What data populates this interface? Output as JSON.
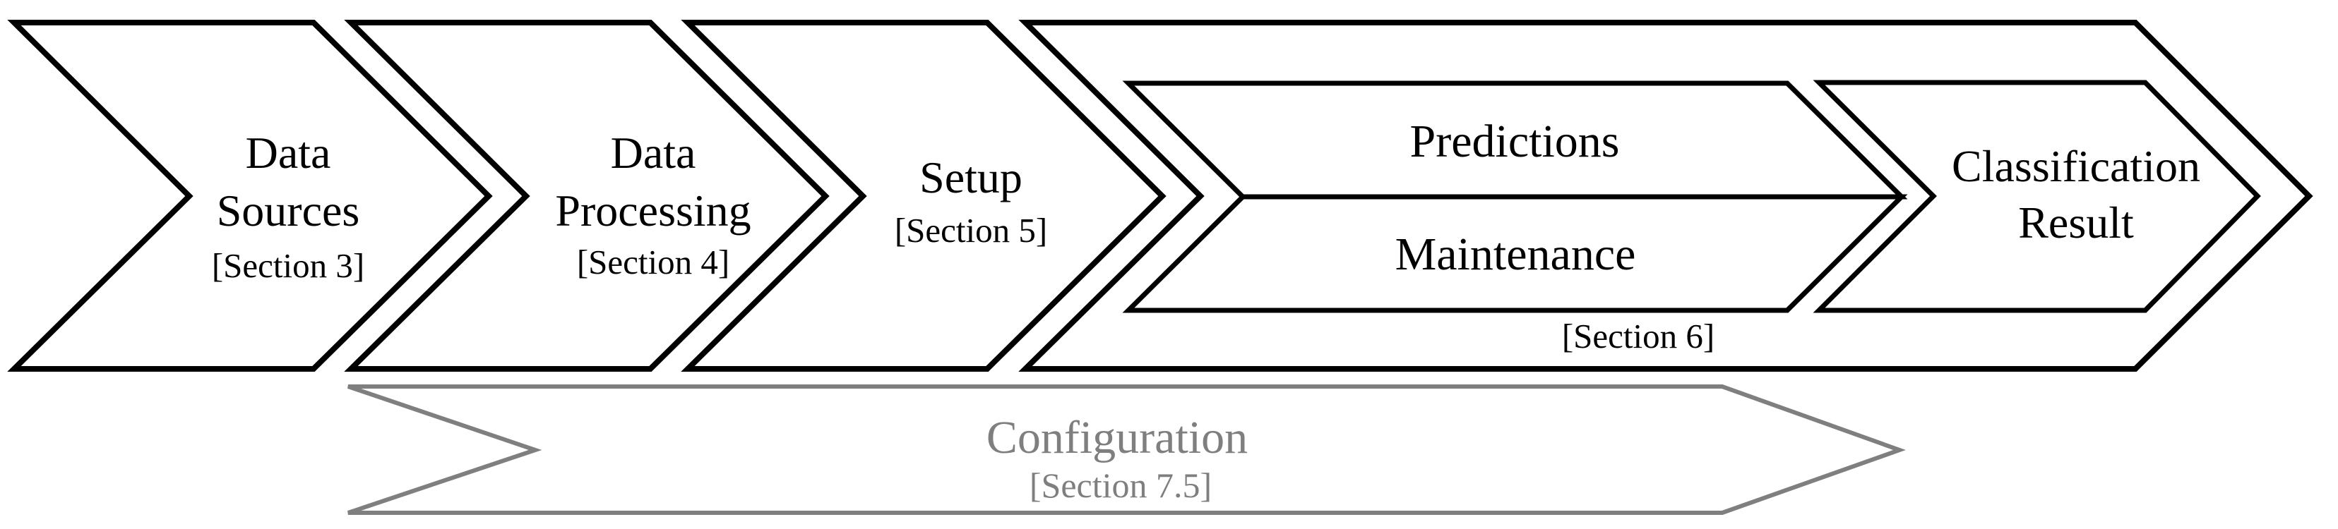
{
  "colors": {
    "shape_outline": "#000000",
    "shape_fill": "#ffffff",
    "label_text": "#000000",
    "config_outline": "#7f7f7f",
    "config_text": "#7f7f7f",
    "background": "#ffffff"
  },
  "stages": {
    "data_sources": {
      "line1": "Data",
      "line2": "Sources",
      "section": "[Section 3]"
    },
    "data_processing": {
      "line1": "Data",
      "line2": "Processing",
      "section": "[Section 4]"
    },
    "setup": {
      "line1": "Setup",
      "section": "[Section 5]"
    },
    "operation": {
      "predictions": "Predictions",
      "maintenance": "Maintenance",
      "section": "[Section 6]"
    },
    "classification": {
      "line1": "Classification",
      "line2": "Result"
    }
  },
  "config_band": {
    "label": "Configuration",
    "section": "[Section 7.5]"
  }
}
